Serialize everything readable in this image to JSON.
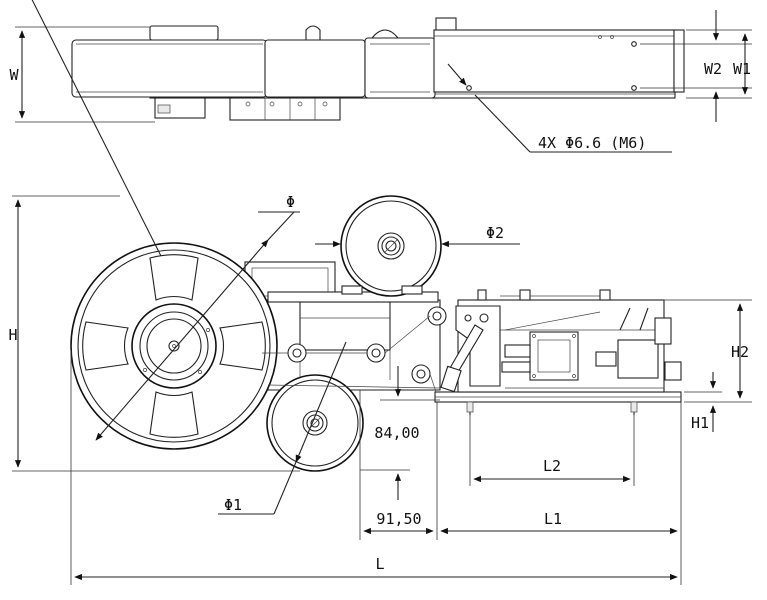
{
  "top_view": {
    "dim_w": "W",
    "dim_w2": "W2",
    "dim_w1": "W1",
    "hole_note": "4X Φ6.6 (M6)"
  },
  "front_view": {
    "dim_h": "H",
    "dim_h1": "H1",
    "dim_h2": "H2",
    "dim_phi": "Φ",
    "dim_phi1": "Φ1",
    "dim_phi2": "Φ2",
    "dim_84": "84,00",
    "dim_91": "91,50",
    "dim_l": "L",
    "dim_l1": "L1",
    "dim_l2": "L2"
  }
}
